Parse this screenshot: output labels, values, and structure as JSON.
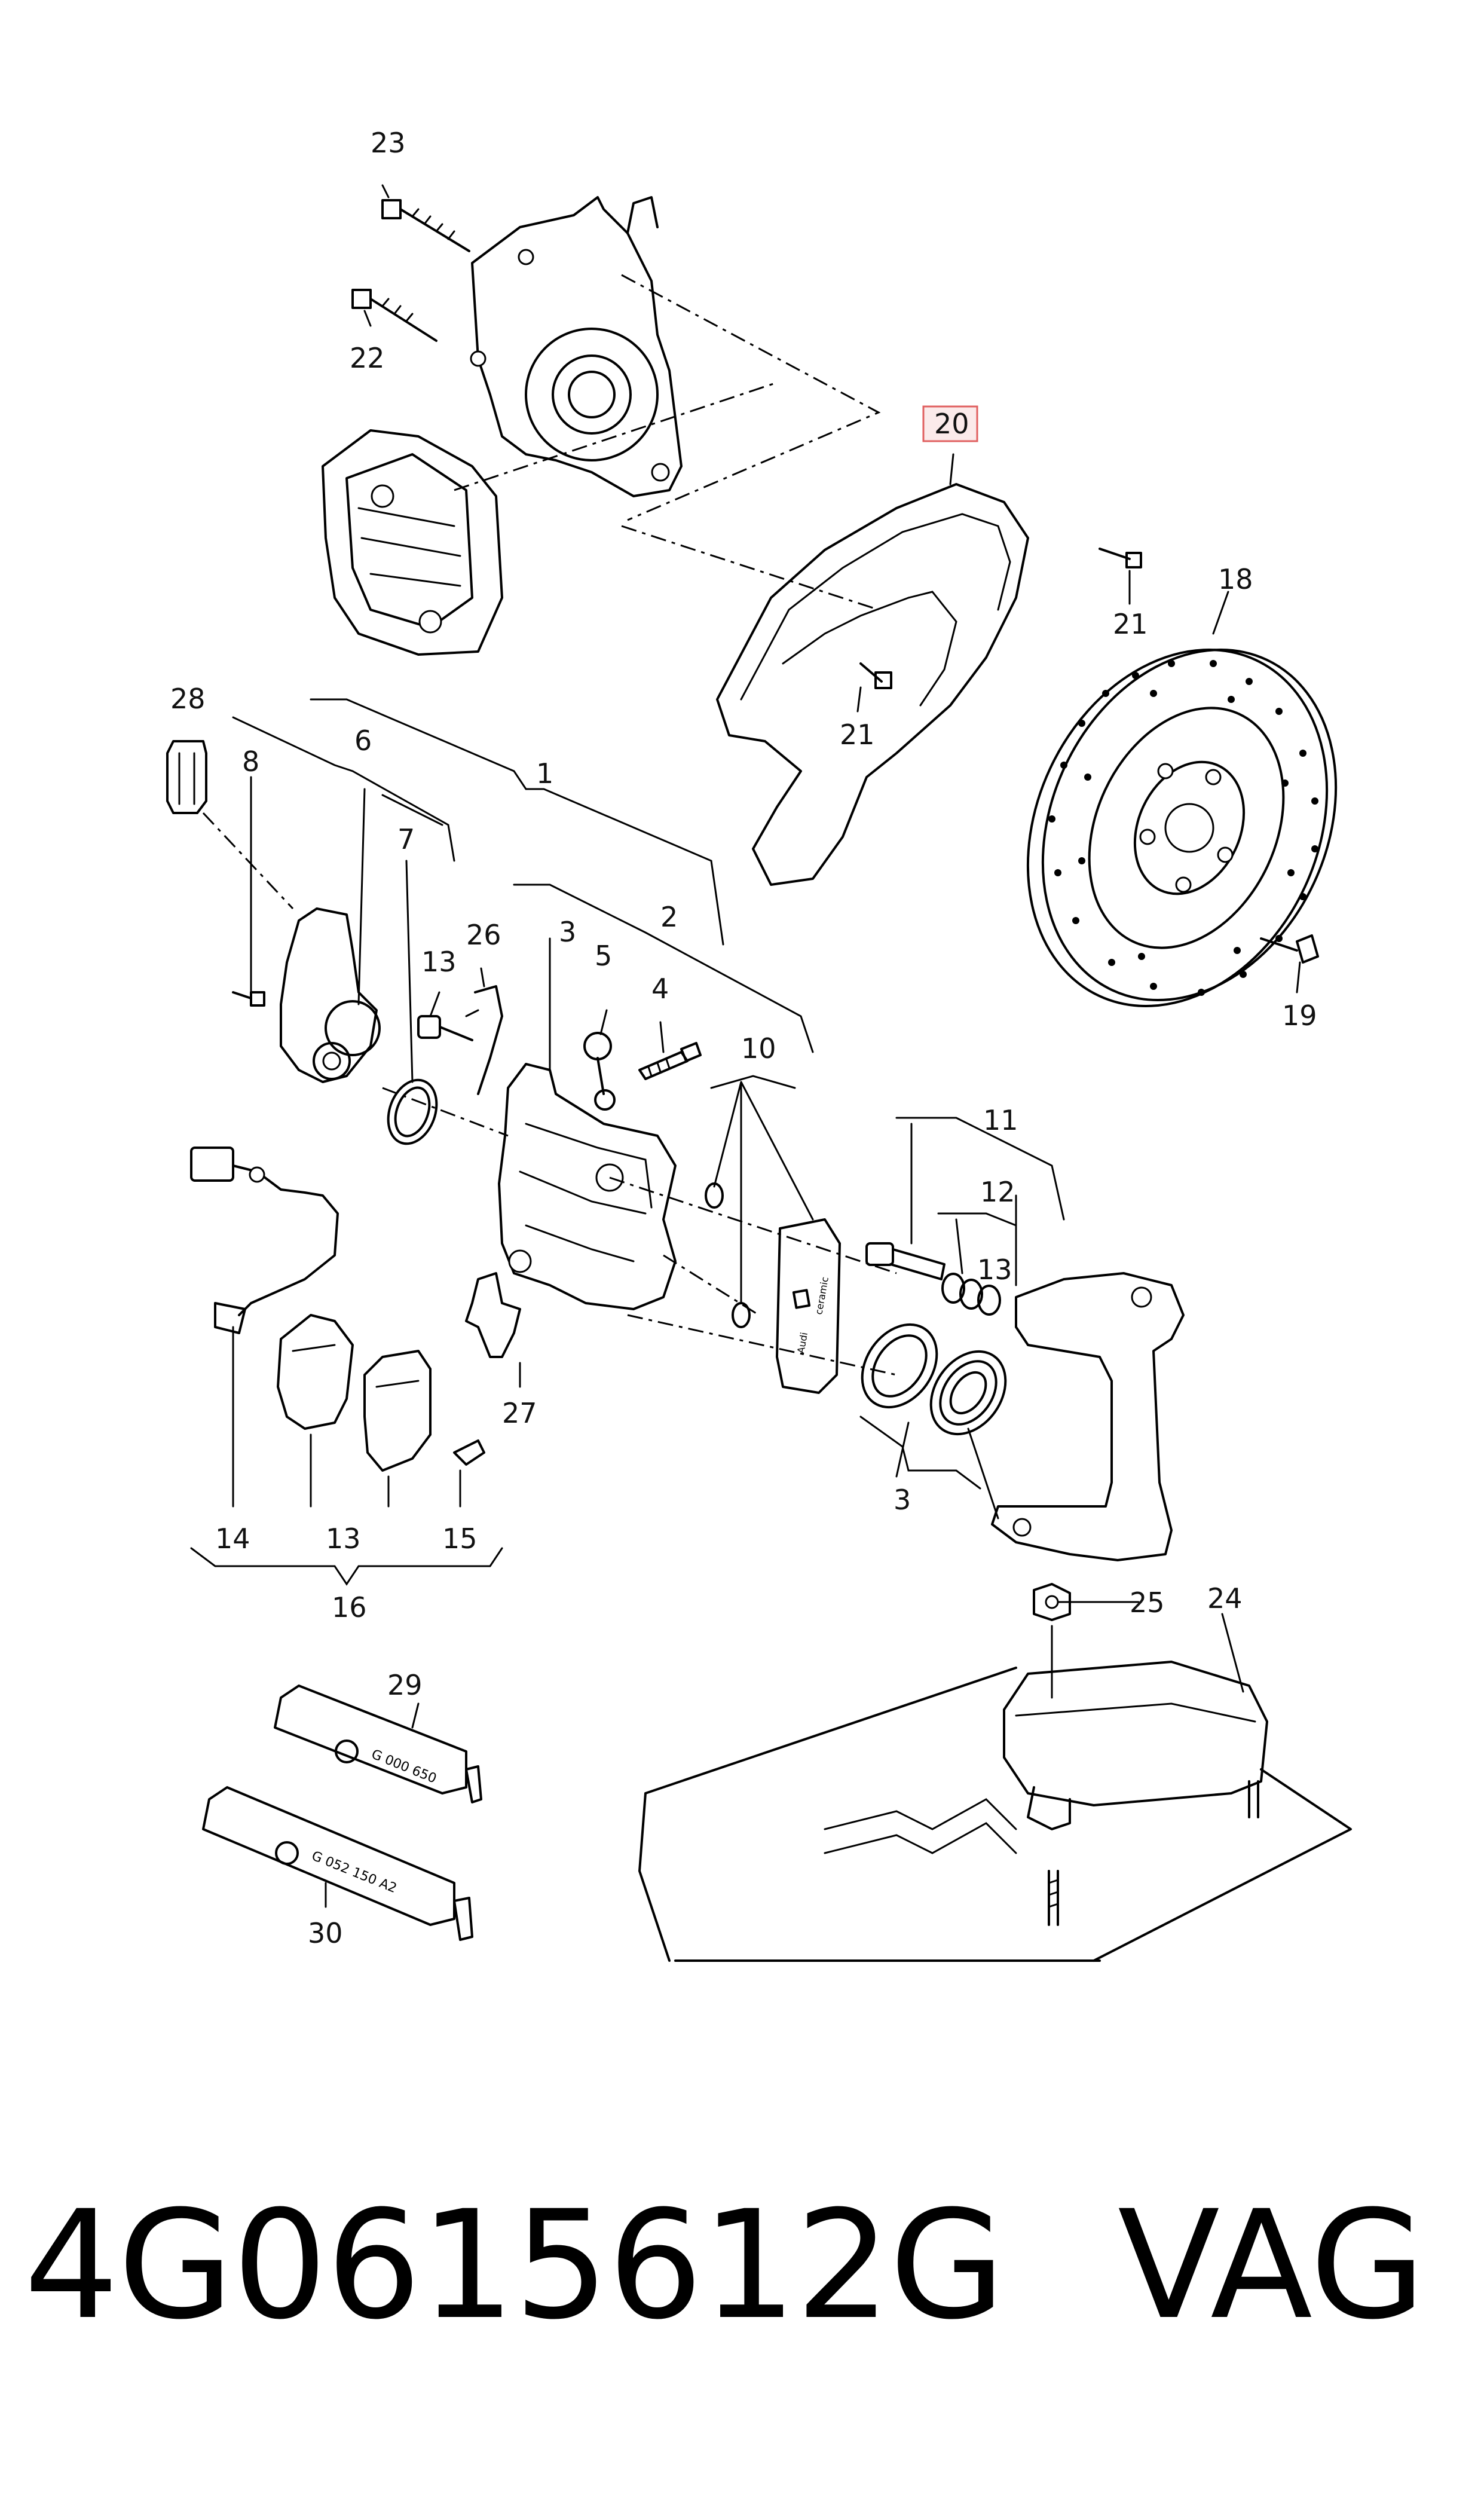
{
  "diagram": {
    "callouts": {
      "c1": "1",
      "c2": "2",
      "c3a": "3",
      "c3b": "3",
      "c4": "4",
      "c5": "5",
      "c6": "6",
      "c7": "7",
      "c8": "8",
      "c10": "10",
      "c11": "11",
      "c12": "12",
      "c13a": "13",
      "c13b": "13",
      "c13c": "13",
      "c14": "14",
      "c15": "15",
      "c16": "16",
      "c18": "18",
      "c19": "19",
      "c20": "20",
      "c21a": "21",
      "c21b": "21",
      "c22": "22",
      "c23": "23",
      "c24": "24",
      "c25": "25",
      "c26": "26",
      "c27": "27",
      "c28": "28",
      "c29": "29",
      "c30": "30"
    },
    "highlight_color": "#e06060",
    "highlight_fill": "#fbeaea",
    "tube_labels": {
      "tube29": "G 000 650",
      "tube30": "G 052 150 A2"
    },
    "pad_text": "ceramic",
    "pad_brand": "Audi"
  },
  "footer": {
    "part_number": "4G0615612G",
    "brand": "VAG"
  }
}
